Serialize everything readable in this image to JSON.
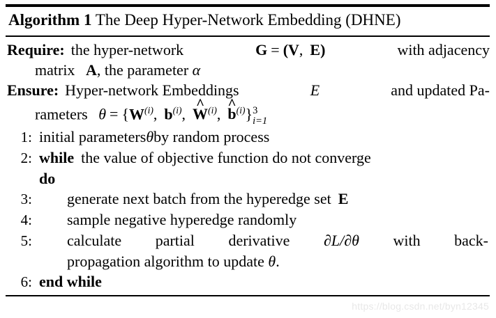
{
  "algorithm": {
    "header": {
      "keyword": "Algorithm 1",
      "title": "The Deep Hyper-Network Embedding (DHNE)"
    },
    "require": {
      "keyword": "Require:",
      "line1": {
        "text_before": "the hyper-network",
        "symbol_G": "G",
        "equals": "=",
        "open_paren": "(",
        "symbol_V": "V",
        "comma": ",",
        "symbol_E": "E",
        "close_paren": ")",
        "text_after": "with adjacency"
      },
      "line2": {
        "text_before": "matrix",
        "symbol_A": "A",
        "text_mid": ", the parameter",
        "symbol_alpha": "α"
      }
    },
    "ensure": {
      "keyword": "Ensure:",
      "line1": "Hyper-network Embeddings",
      "symbol_E": "E",
      "line1_after": "and updated Pa-",
      "line2": {
        "text_before": "rameters",
        "symbol_theta": "θ",
        "equals": "=",
        "open_brace": "{",
        "param_W": "W",
        "param_b": "b",
        "param_W_hat": "W",
        "param_b_hat": "b",
        "hat_glyph": "^",
        "superscript_index": "(i)",
        "comma": ",",
        "close_brace": "}",
        "brace_sup": "3",
        "brace_sub": "i=1"
      }
    },
    "steps": [
      {
        "number": "1:",
        "indent": false,
        "parts": [
          {
            "type": "text",
            "value": "initial parameters "
          },
          {
            "type": "math",
            "value": "θ"
          },
          {
            "type": "text",
            "value": " by random process"
          }
        ]
      },
      {
        "number": "2:",
        "indent": false,
        "keyword": "while",
        "text": "the value of objective function do not converge",
        "continuation_keyword": "do"
      },
      {
        "number": "3:",
        "indent": true,
        "text": "generate next batch from the hyperedge set",
        "symbol": "E"
      },
      {
        "number": "4:",
        "indent": true,
        "text": "sample negative hyperedge randomly"
      },
      {
        "number": "5:",
        "indent": true,
        "words": [
          "calculate",
          "partial",
          "derivative"
        ],
        "derivative": {
          "partial": "∂",
          "script_L": "L",
          "slash": "/",
          "theta": "θ"
        },
        "words_after": [
          "with",
          "back-"
        ],
        "continuation_before": "propagation algorithm to update ",
        "continuation_theta": "θ",
        "continuation_after": "."
      },
      {
        "number": "6:",
        "indent": false,
        "keyword": "end while"
      }
    ]
  },
  "watermark": {
    "text": "https://blog.csdn.net/byn12345"
  }
}
